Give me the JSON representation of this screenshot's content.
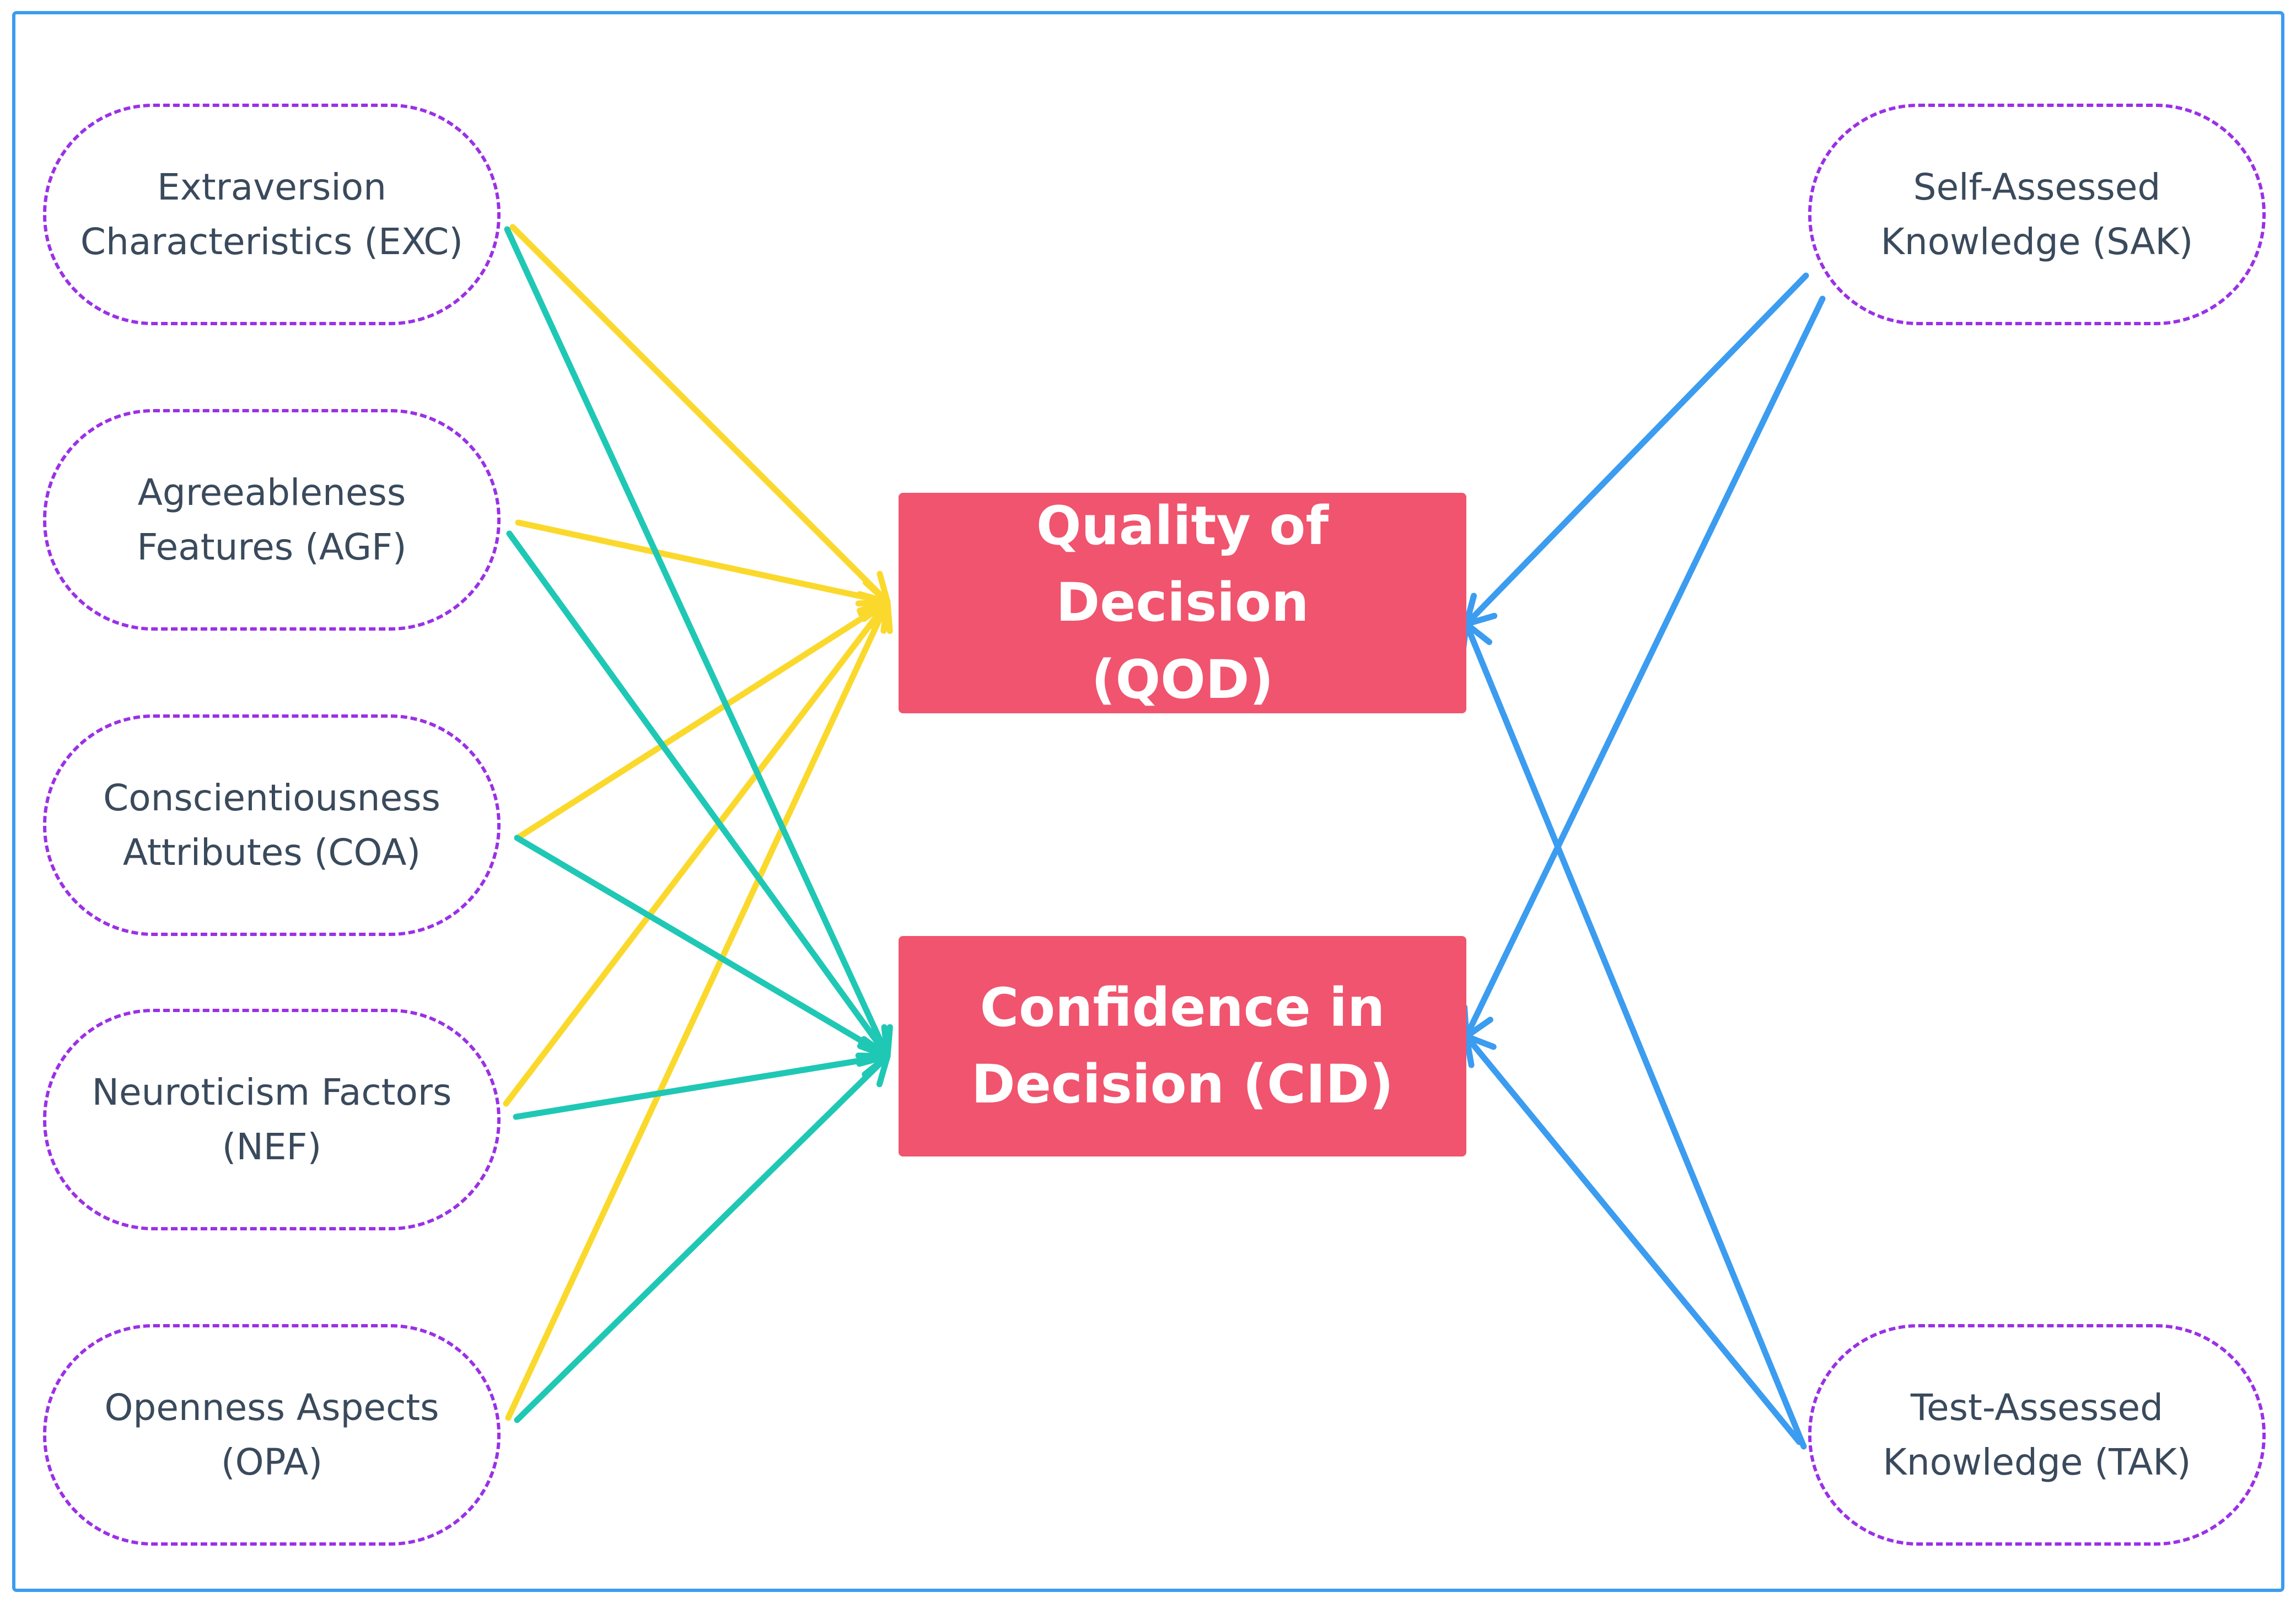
{
  "nodes": {
    "exc": {
      "line1": "Extraversion",
      "line2": "Characteristics (EXC)"
    },
    "agf": {
      "line1": "Agreeableness",
      "line2": "Features (AGF)"
    },
    "coa": {
      "line1": "Conscientiousness",
      "line2": "Attributes (COA)"
    },
    "nef": {
      "line1": "Neuroticism Factors",
      "line2": "(NEF)"
    },
    "opa": {
      "line1": "Openness Aspects",
      "line2": "(OPA)"
    },
    "sak": {
      "line1": "Self-Assessed",
      "line2": "Knowledge (SAK)"
    },
    "tak": {
      "line1": "Test-Assessed",
      "line2": "Knowledge (TAK)"
    },
    "qod": {
      "line1": "Quality of Decision",
      "line2": "(QOD)"
    },
    "cid": {
      "line1": "Confidence in",
      "line2": "Decision (CID)"
    }
  },
  "edges": [
    {
      "from": "exc",
      "to": "qod",
      "color": "#fbd92c"
    },
    {
      "from": "agf",
      "to": "qod",
      "color": "#fbd92c"
    },
    {
      "from": "coa",
      "to": "qod",
      "color": "#fbd92c"
    },
    {
      "from": "nef",
      "to": "qod",
      "color": "#fbd92c"
    },
    {
      "from": "opa",
      "to": "qod",
      "color": "#fbd92c"
    },
    {
      "from": "exc",
      "to": "cid",
      "color": "#1fc8b4"
    },
    {
      "from": "agf",
      "to": "cid",
      "color": "#1fc8b4"
    },
    {
      "from": "coa",
      "to": "cid",
      "color": "#1fc8b4"
    },
    {
      "from": "nef",
      "to": "cid",
      "color": "#1fc8b4"
    },
    {
      "from": "opa",
      "to": "cid",
      "color": "#1fc8b4"
    },
    {
      "from": "sak",
      "to": "qod",
      "color": "#3b9cf0"
    },
    {
      "from": "sak",
      "to": "cid",
      "color": "#3b9cf0"
    },
    {
      "from": "tak",
      "to": "qod",
      "color": "#3b9cf0"
    },
    {
      "from": "tak",
      "to": "cid",
      "color": "#3b9cf0"
    }
  ],
  "colors": {
    "frame": "#3b9cf0",
    "ellipse_border": "#9b30e6",
    "box_fill": "#f0546e",
    "personality_to_qod": "#fbd92c",
    "personality_to_cid": "#1fc8b4",
    "knowledge_edges": "#3b9cf0"
  }
}
